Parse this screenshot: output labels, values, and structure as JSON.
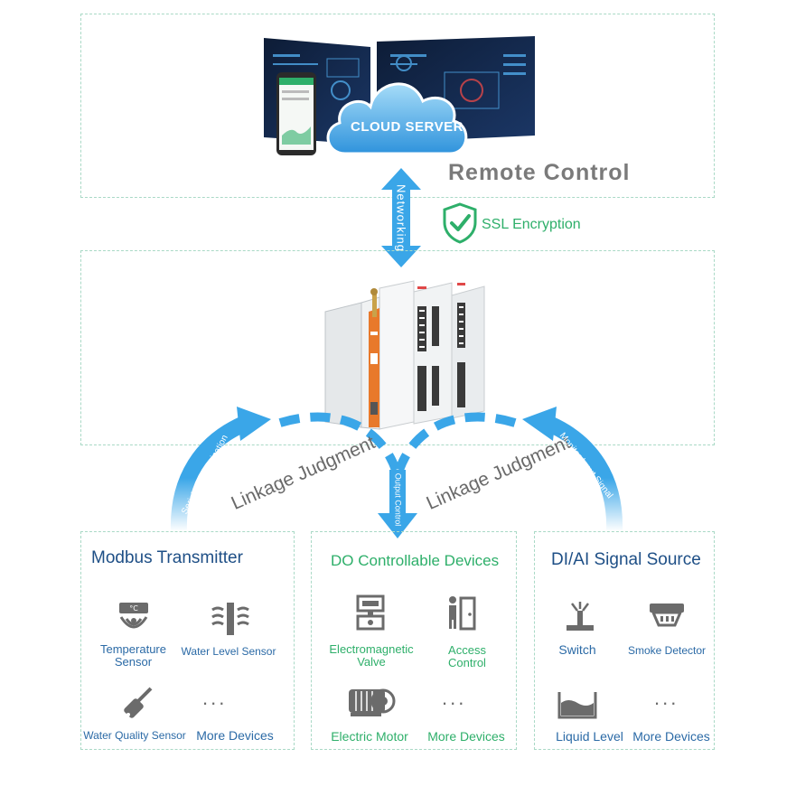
{
  "top": {
    "cloud_label": "CLOUD SERVER",
    "title": "Remote Control"
  },
  "link": {
    "networking": "Networking",
    "ssl": "SSL Encryption"
  },
  "flows": {
    "serial": "Serial Communication",
    "linkage_left": "Linkage Judgment",
    "output": "Output Control",
    "linkage_right": "Linkage Judgment",
    "monitor": "Monitor Input Signal"
  },
  "panels": [
    {
      "title": "Modbus Transmitter",
      "items": [
        {
          "label": "Temperature\nSensor",
          "icon": "thermometer-sensor-icon"
        },
        {
          "label": "Water Level Sensor",
          "icon": "water-level-icon"
        },
        {
          "label": "Water Quality Sensor",
          "icon": "water-quality-probe-icon"
        },
        {
          "label": "More Devices",
          "icon": "ellipsis-icon"
        }
      ]
    },
    {
      "title": "DO Controllable Devices",
      "items": [
        {
          "label": "Electromagnetic\nValve",
          "icon": "valve-icon"
        },
        {
          "label": "Access\nControl",
          "icon": "access-door-icon"
        },
        {
          "label": "Electric Motor",
          "icon": "motor-icon"
        },
        {
          "label": "More Devices",
          "icon": "ellipsis-icon"
        }
      ]
    },
    {
      "title": "DI/AI Signal Source",
      "items": [
        {
          "label": "Switch",
          "icon": "switch-icon"
        },
        {
          "label": "Smoke Detector",
          "icon": "smoke-detector-icon"
        },
        {
          "label": "Liquid Level",
          "icon": "liquid-level-icon"
        },
        {
          "label": "More Devices",
          "icon": "ellipsis-icon"
        }
      ]
    }
  ],
  "ellipsis": "...",
  "colors": {
    "arrow_blue": "#3aa6e8",
    "border_green": "#a9d9c6",
    "ssl_green": "#2eaf6a",
    "device_orange": "#e8792b"
  }
}
